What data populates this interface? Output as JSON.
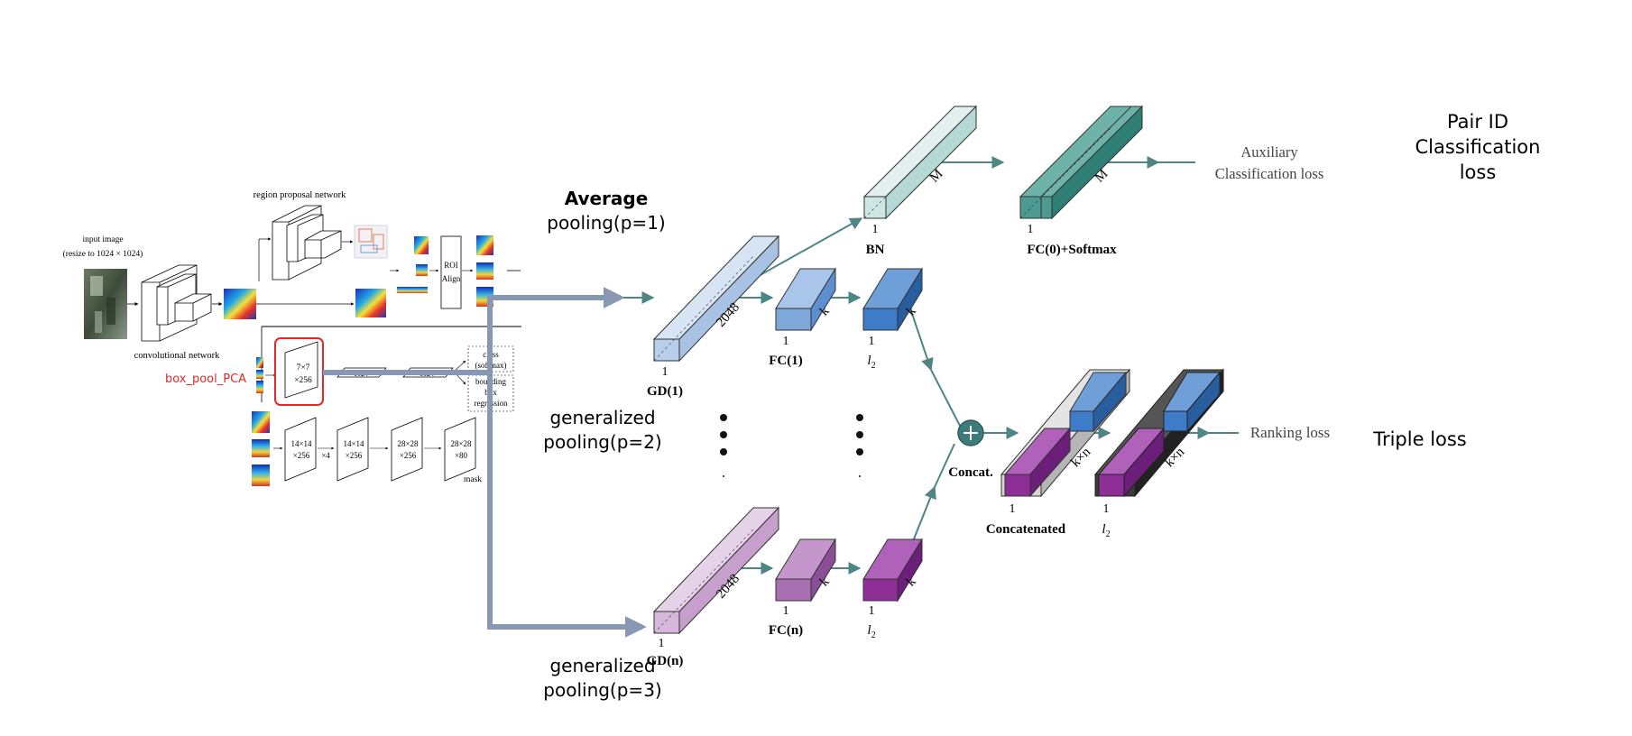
{
  "colors": {
    "teal_arrow": "#4f8585",
    "grey_arrow": "#8897b3",
    "highlight_red": "#e2282a",
    "cube_light_blue": "#b7cfea",
    "cube_mid_blue": "#7ea7da",
    "cube_blue": "#3e7cc9",
    "cube_light_purple": "#d8b7dc",
    "cube_mid_purple": "#a96fb3",
    "cube_purple": "#8e2f98",
    "cube_pale_teal": "#cde6e3",
    "cube_teal": "#4c9a91",
    "plus_fill": "#3e7c7c"
  },
  "left_panel": {
    "region_proposal_network": "region proposal network",
    "input_image_line1": "input image",
    "input_image_line2": "(resize to 1024 × 1024)",
    "convolutional_network": "convolutional network",
    "roi_line1": "ROI",
    "roi_line2": "Align",
    "box_pool_pca": "box_pool_PCA",
    "box_7x7_line1": "7×7",
    "box_7x7_line2": "×256",
    "fc_1024_a": "1024",
    "fc_1024_b": "1024",
    "class_line1": "class",
    "class_line2": "(softmax)",
    "bbox_line1": "bounding",
    "bbox_line2": "box",
    "bbox_line3": "regression",
    "mask_boxes": [
      {
        "line1": "14×14",
        "line2": "×256"
      },
      {
        "line1": "14×14",
        "line2": "×256"
      },
      {
        "line1": "28×28",
        "line2": "×256"
      },
      {
        "line1": "28×28",
        "line2": "×80"
      }
    ],
    "times4": "×4",
    "mask": "mask"
  },
  "pooling_labels": {
    "avg_line1": "Average",
    "avg_line2": "pooling(p=1)",
    "gen2_line1": "generalized",
    "gen2_line2": "pooling(p=2)",
    "gen3_line1": "generalized",
    "gen3_line2": "pooling(p=3)"
  },
  "network": {
    "gd1_dim": "2048",
    "gd1_one": "1",
    "gd1_label": "GD(1)",
    "fc1_dim": "k",
    "fc1_one": "1",
    "fc1_label": "FC(1)",
    "l2_top_dim": "k",
    "l2_top_one": "1",
    "l2_top_label": "l",
    "l2_top_sub": "2",
    "bn_dim": "M",
    "bn_one": "1",
    "bn_label": "BN",
    "fc0_dim": "M",
    "fc0_one": "1",
    "fc0_label": "FC(0)+Softmax",
    "aux_line1": "Auxiliary",
    "aux_line2": "Classification loss",
    "gdn_dim": "2048",
    "gdn_one": "1",
    "gdn_label": "GD(n)",
    "fcn_dim": "k",
    "fcn_one": "1",
    "fcn_label": "FC(n)",
    "l2_bot_dim": "k",
    "l2_bot_one": "1",
    "l2_bot_label": "l",
    "l2_bot_sub": "2",
    "concat_label": "Concat.",
    "concatenated_dim": "k×n",
    "concatenated_one": "1",
    "concatenated_label": "Concatenated",
    "l2_final_dim": "k×n",
    "l2_final_one": "1",
    "l2_final_label": "l",
    "l2_final_sub": "2",
    "ranking_loss": "Ranking loss"
  },
  "right_labels": {
    "pair_id_line1": "Pair ID",
    "pair_id_line2": "Classification",
    "pair_id_line3": "loss",
    "triple_loss": "Triple loss"
  }
}
